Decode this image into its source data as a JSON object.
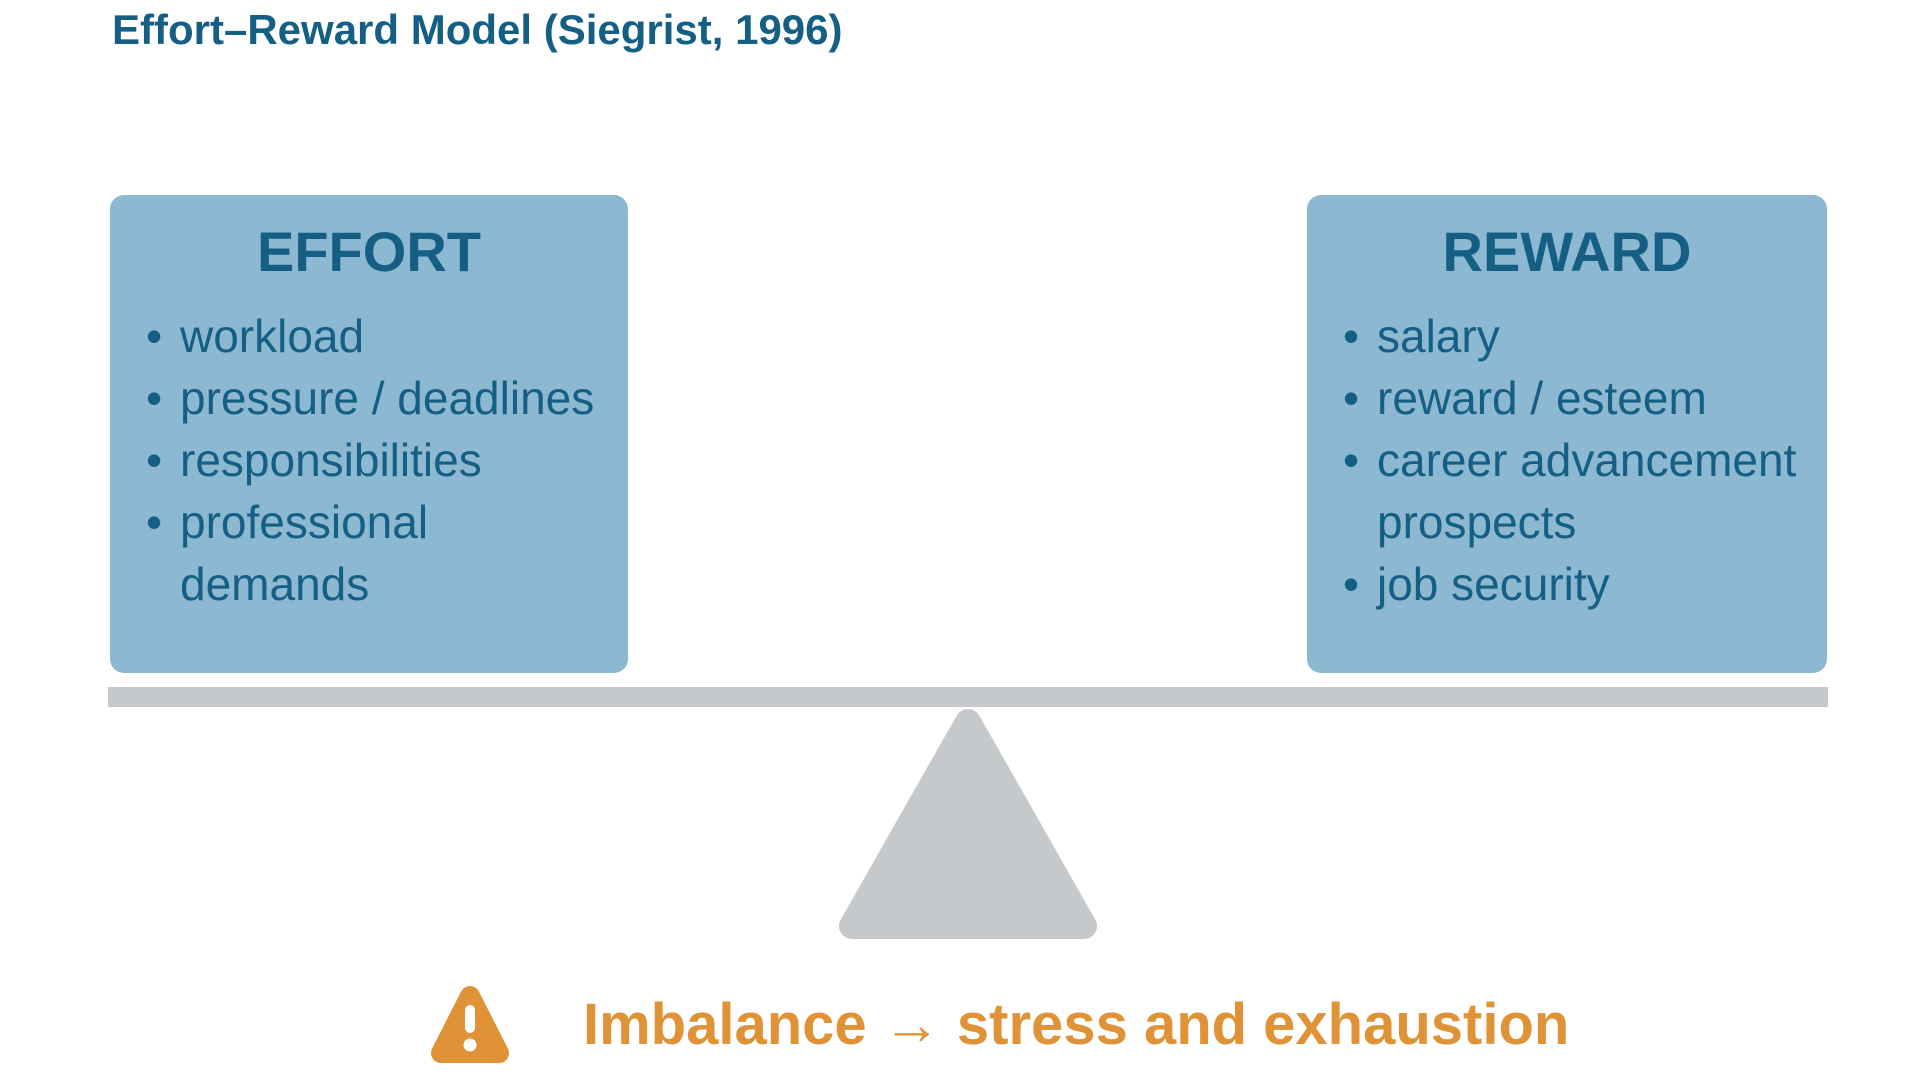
{
  "slide": {
    "title": "Effort–Reward Model (Siegrist, 1996)"
  },
  "effort": {
    "heading": "EFFORT",
    "items": [
      "workload",
      "pressure / deadlines",
      "responsibilities",
      "professional demands"
    ]
  },
  "reward": {
    "heading": "REWARD",
    "items": [
      "salary",
      "reward / esteem",
      "career advancement prospects",
      "job security"
    ]
  },
  "balance": {
    "beam_icon": "balance-beam",
    "fulcrum_icon": "fulcrum-triangle-icon"
  },
  "caption": {
    "icon": "warning-icon",
    "text": "Imbalance → stress and exhaustion"
  },
  "colors": {
    "text_teal": "#155F85",
    "panel_blue": "#8CB9D1",
    "beam_gray": "#C5C9CC",
    "orange": "#DF9336"
  }
}
